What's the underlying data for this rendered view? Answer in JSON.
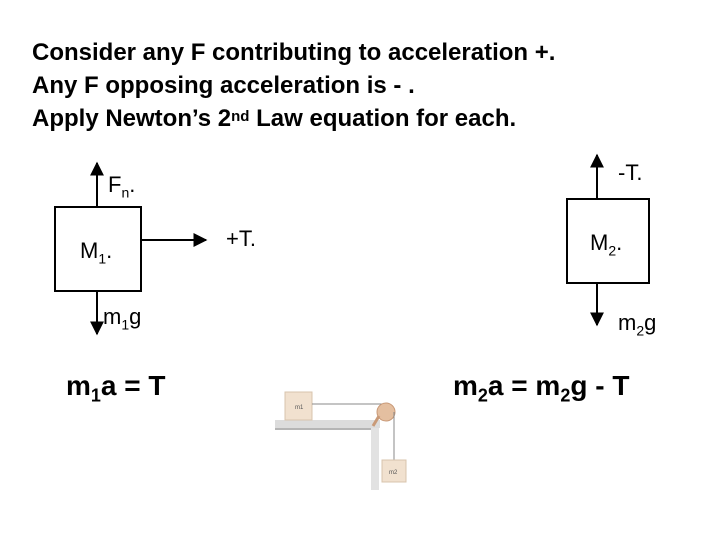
{
  "title": {
    "line1": "Consider any F contributing to acceleration +.",
    "line2": "Any F opposing acceleration is - .",
    "line3_pre": "Apply Newton’s 2",
    "line3_sup": "nd",
    "line3_post": " Law equation for each."
  },
  "left_body": {
    "normal_force": {
      "main": "F",
      "sub": "n",
      "suffix": "."
    },
    "mass": {
      "main": "M",
      "sub": "1",
      "suffix": "."
    },
    "tension": "+T.",
    "weight": {
      "main": "m",
      "sub": "1",
      "suffix": "g"
    }
  },
  "right_body": {
    "tension": "-T.",
    "mass": {
      "main": "M",
      "sub": "2",
      "suffix": "."
    },
    "weight": {
      "main": "m",
      "sub": "2",
      "suffix": "g"
    }
  },
  "equations": {
    "left": {
      "p1": "m",
      "s1": "1",
      "p2": "a = T"
    },
    "right": {
      "p1": "m",
      "s1": "2",
      "p2": "a = m",
      "s2": "2",
      "p3": "g - T"
    }
  },
  "photo_labels": {
    "block1": "m1",
    "block2": "m2"
  },
  "colors": {
    "ink": "#000000",
    "photo_bg": "#e9e4de",
    "block": "#f1e1cf",
    "pulley": "#e4bfa0"
  }
}
